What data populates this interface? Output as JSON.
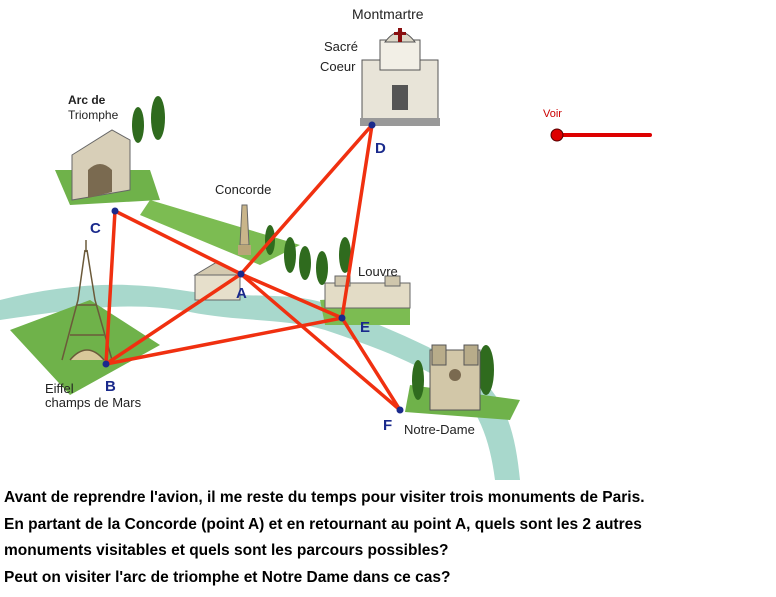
{
  "landmarks": {
    "montmartre": "Montmartre",
    "sacre_coeur_1": "Sacré",
    "sacre_coeur_2": "Coeur",
    "arc_1": "Arc de",
    "arc_2": "Triomphe",
    "concorde": "Concorde",
    "louvre": "Louvre",
    "eiffel_1": "Eiffel",
    "eiffel_2": "champs de Mars",
    "notre_dame": "Notre-Dame"
  },
  "points": {
    "A": "A",
    "B": "B",
    "C": "C",
    "D": "D",
    "E": "E",
    "F": "F"
  },
  "edges": [
    [
      "A",
      "B"
    ],
    [
      "A",
      "C"
    ],
    [
      "A",
      "D"
    ],
    [
      "A",
      "E"
    ],
    [
      "A",
      "F"
    ],
    [
      "B",
      "C"
    ],
    [
      "B",
      "E"
    ],
    [
      "D",
      "E"
    ],
    [
      "E",
      "F"
    ]
  ],
  "slider": {
    "label": "Voir",
    "value": 0
  },
  "colors": {
    "edge": "#f03010",
    "point": "#1a2a8c",
    "river": "#a8d8cc",
    "grass": "#6fb24a"
  },
  "question": {
    "line1": "Avant de reprendre l'avion, il me reste du temps pour visiter trois monuments de Paris.",
    "line2": "En partant de la Concorde (point A) et en retournant au point A, quels sont les 2 autres",
    "line3": "monuments visitables et quels sont les parcours possibles?",
    "line4": "Peut on visiter l'arc de triomphe et Notre Dame dans ce cas?"
  }
}
